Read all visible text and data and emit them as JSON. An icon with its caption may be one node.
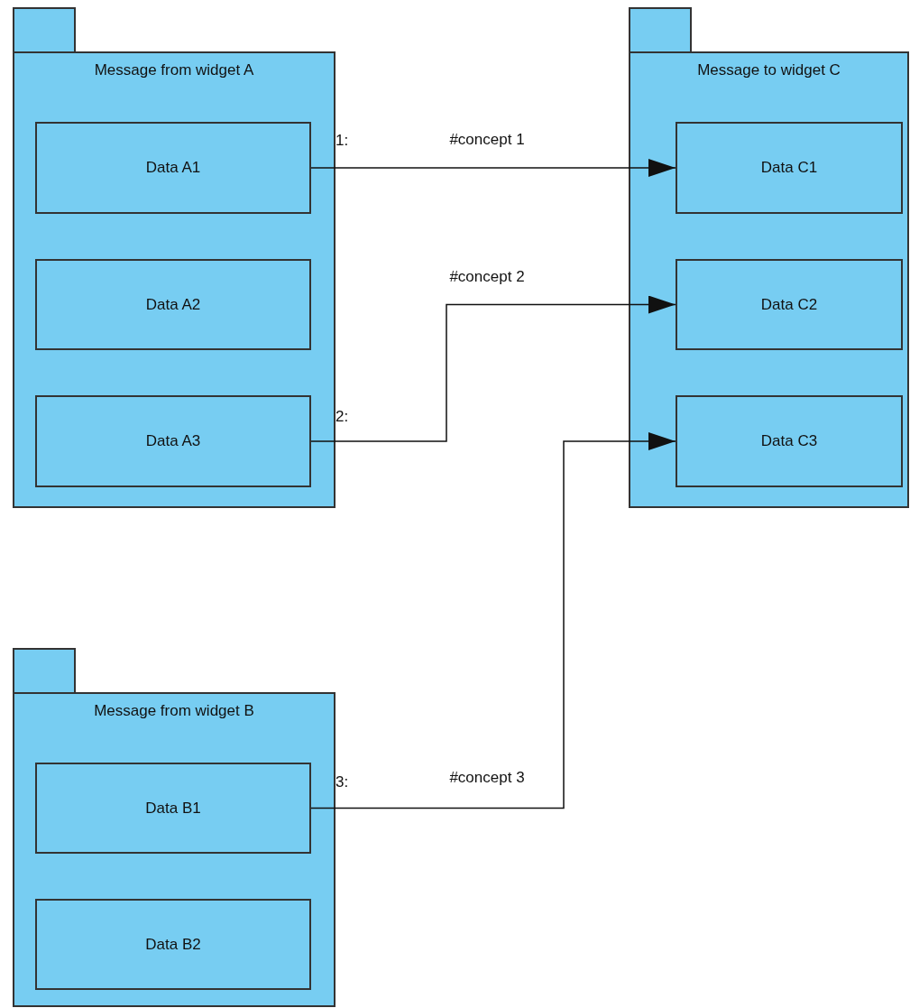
{
  "diagram": {
    "nodes": [
      {
        "text": [
          "Message from widget A"
        ]
      },
      {
        "text": [
          "Data A1"
        ],
        "in": 0
      },
      {
        "text": [
          "Data A2"
        ],
        "in": 0
      },
      {
        "text": [
          "Data A3"
        ],
        "in": 0
      },
      {
        "text": [
          "Message to widget C"
        ]
      },
      {
        "text": [
          "Data C1"
        ],
        "in": 4
      },
      {
        "text": [
          "Data C2"
        ],
        "in": 4
      },
      {
        "text": [
          "Data C3"
        ],
        "in": 4
      },
      {
        "text": [
          "Message from widget B"
        ]
      },
      {
        "text": [
          "Data B1"
        ],
        "in": 8
      },
      {
        "text": [
          "Data B2"
        ],
        "in": 8
      }
    ],
    "edges": [
      {
        "from": 1,
        "to": 5,
        "arrow": "to",
        "label": "#concept 1"
      },
      {
        "from": 3,
        "to": 6,
        "arrow": "to",
        "label": "#concept 2"
      },
      {
        "from": 9,
        "to": 7,
        "arrow": "to",
        "label": "#concept 3"
      }
    ],
    "labels": [
      "1:",
      "2:",
      "3:"
    ]
  }
}
